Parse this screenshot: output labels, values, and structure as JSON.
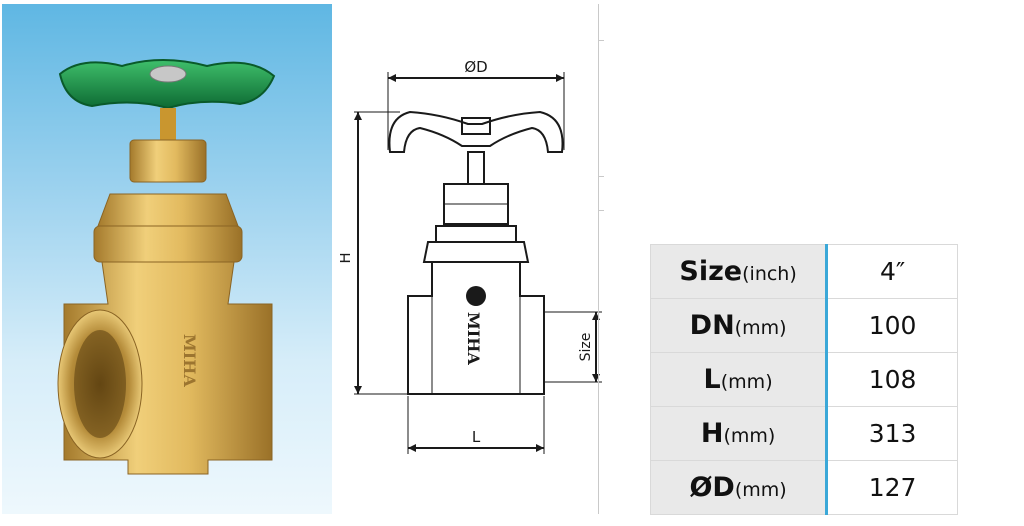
{
  "photo": {
    "brand_text": "MIHA"
  },
  "drawing": {
    "dim_d": "ØD",
    "dim_h": "H",
    "dim_l": "L",
    "dim_size": "Size",
    "brand_text": "MIHA"
  },
  "spec_table": {
    "rows": [
      {
        "key": "Size",
        "unit": "(inch)",
        "value": "4″"
      },
      {
        "key": "DN",
        "unit": "(mm)",
        "value": "100"
      },
      {
        "key": "L",
        "unit": "(mm)",
        "value": "108"
      },
      {
        "key": "H",
        "unit": "(mm)",
        "value": "313"
      },
      {
        "key": "ØD",
        "unit": "(mm)",
        "value": "127"
      }
    ]
  },
  "colors": {
    "accent": "#3ba8d8",
    "label_bg": "#e9e9e9",
    "handwheel": "#1a8a45",
    "brass": "#d9b25a"
  }
}
